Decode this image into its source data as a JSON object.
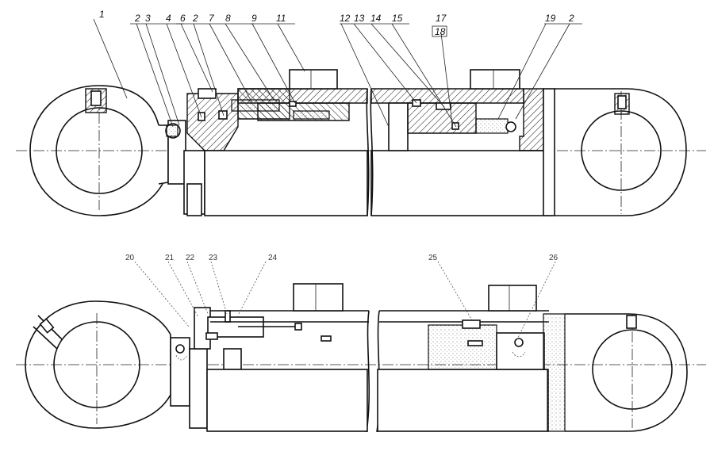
{
  "labels_top": [
    "1",
    "2",
    "3",
    "4",
    "6",
    "2",
    "7",
    "8",
    "9",
    "11",
    "12",
    "13",
    "14",
    "15",
    "17",
    "18",
    "19",
    "2"
  ],
  "labels_bottom": [
    "20",
    "21",
    "22",
    "23",
    "24",
    "25",
    "26"
  ]
}
